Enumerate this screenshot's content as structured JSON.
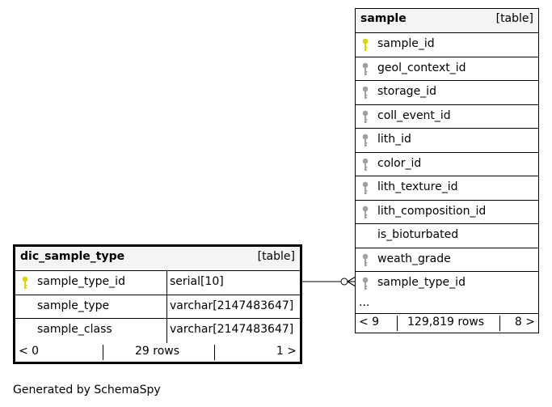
{
  "sample": {
    "title": "sample",
    "tag": "[table]",
    "columns": [
      {
        "name": "sample_id",
        "key": "primary"
      },
      {
        "name": "geol_context_id",
        "key": "foreign"
      },
      {
        "name": "storage_id",
        "key": "foreign"
      },
      {
        "name": "coll_event_id",
        "key": "foreign"
      },
      {
        "name": "lith_id",
        "key": "foreign"
      },
      {
        "name": "color_id",
        "key": "foreign"
      },
      {
        "name": "lith_texture_id",
        "key": "foreign"
      },
      {
        "name": "lith_composition_id",
        "key": "foreign"
      },
      {
        "name": "is_bioturbated",
        "key": "none"
      },
      {
        "name": "weath_grade",
        "key": "foreign"
      },
      {
        "name": "sample_type_id",
        "key": "foreign"
      }
    ],
    "ellipsis": "...",
    "footer": {
      "left": "< 9",
      "center": "129,819 rows",
      "right": "8 >"
    }
  },
  "dic_sample_type": {
    "title": "dic_sample_type",
    "tag": "[table]",
    "columns": [
      {
        "name": "sample_type_id",
        "type": "serial[10]",
        "key": "primary"
      },
      {
        "name": "sample_type",
        "type": "varchar[2147483647]",
        "key": "none"
      },
      {
        "name": "sample_class",
        "type": "varchar[2147483647]",
        "key": "none"
      }
    ],
    "footer": {
      "left": "< 0",
      "center": "29 rows",
      "right": "1 >"
    }
  },
  "colors": {
    "primary_key": "#d8d800",
    "foreign_key": "#a0a0a0",
    "header_bg": "#f4f4f4"
  },
  "generated_by": "Generated by SchemaSpy"
}
